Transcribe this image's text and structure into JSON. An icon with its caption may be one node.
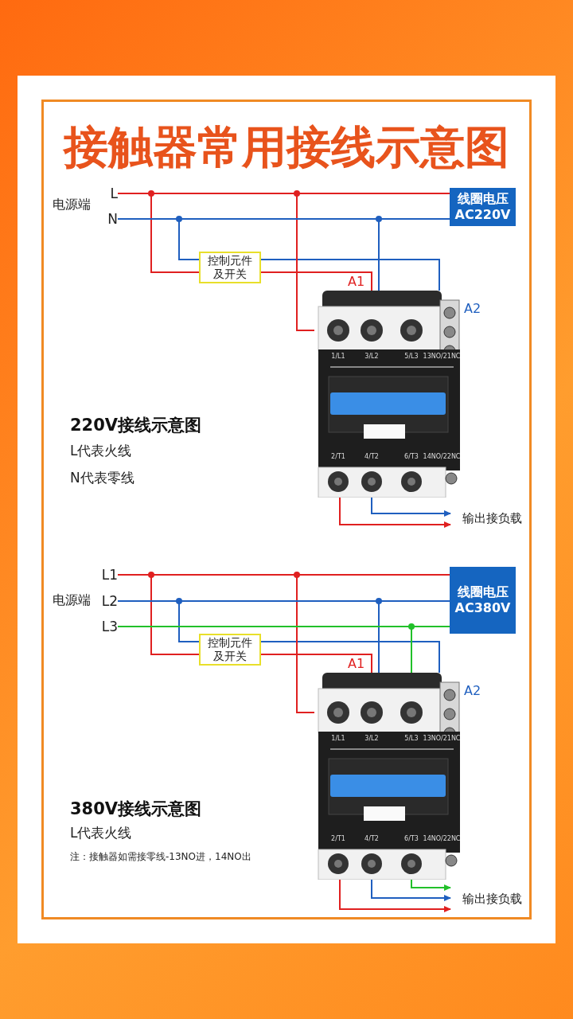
{
  "diagram": {
    "title": "接触器常用接线示意图",
    "nodes": [
      {
        "text": [
          "L"
        ]
      },
      {
        "text": [
          "N"
        ]
      },
      {
        "text": [
          "线圈电压",
          "AC220V"
        ]
      },
      {
        "text": [
          "控制元件及开关"
        ]
      },
      {
        "text": [
          "1/L1",
          "3/L2",
          "5/L3",
          "13NO/21NC",
          "2/T1",
          "4/T2",
          "6/T3",
          "14NO/22NC"
        ],
        "beside": [
          "A1",
          "A2"
        ]
      },
      {
        "text": [
          "输出接负载"
        ]
      },
      {
        "text": [
          "L1"
        ]
      },
      {
        "text": [
          "L2"
        ]
      },
      {
        "text": [
          "L3"
        ]
      },
      {
        "text": [
          "线圈电压",
          "AC380V"
        ]
      },
      {
        "text": [
          "控制元件及开关"
        ]
      },
      {
        "text": [
          "1/L1",
          "3/L2",
          "5/L3",
          "13NO/21NC",
          "2/T1",
          "4/T2",
          "6/T3",
          "14NO/22NC"
        ],
        "beside": [
          "A1",
          "A2"
        ]
      },
      {
        "text": [
          "输出接负载"
        ]
      }
    ],
    "edges": [
      {
        "from": 0,
        "to": 2,
        "arrow": "none",
        "color": "#e02020"
      },
      {
        "from": 1,
        "to": 2,
        "arrow": "none",
        "color": "#1f5fbf"
      },
      {
        "from": 0,
        "to": 3,
        "arrow": "none",
        "color": "#e02020"
      },
      {
        "from": 1,
        "to": 3,
        "arrow": "none",
        "color": "#1f5fbf"
      },
      {
        "from": 3,
        "to": 4,
        "arrow": "none",
        "color": "#e02020"
      },
      {
        "from": 3,
        "to": 4,
        "arrow": "none",
        "color": "#1f5fbf"
      },
      {
        "from": 0,
        "to": 4,
        "arrow": "none",
        "color": "#e02020"
      },
      {
        "from": 1,
        "to": 4,
        "arrow": "none",
        "color": "#1f5fbf"
      },
      {
        "from": 4,
        "to": 5,
        "arrow": "to",
        "color": "#1f5fbf"
      },
      {
        "from": 4,
        "to": 5,
        "arrow": "to",
        "color": "#e02020"
      },
      {
        "from": 6,
        "to": 9,
        "arrow": "none",
        "color": "#e02020"
      },
      {
        "from": 7,
        "to": 9,
        "arrow": "none",
        "color": "#1f5fbf"
      },
      {
        "from": 8,
        "to": 9,
        "arrow": "none",
        "color": "#22c02a"
      },
      {
        "from": 6,
        "to": 10,
        "arrow": "none",
        "color": "#e02020"
      },
      {
        "from": 7,
        "to": 10,
        "arrow": "none",
        "color": "#1f5fbf"
      },
      {
        "from": 10,
        "to": 11,
        "arrow": "none",
        "color": "#e02020"
      },
      {
        "from": 10,
        "to": 11,
        "arrow": "none",
        "color": "#1f5fbf"
      },
      {
        "from": 6,
        "to": 11,
        "arrow": "none",
        "color": "#e02020"
      },
      {
        "from": 7,
        "to": 11,
        "arrow": "none",
        "color": "#1f5fbf"
      },
      {
        "from": 8,
        "to": 11,
        "arrow": "none",
        "color": "#22c02a"
      },
      {
        "from": 11,
        "to": 12,
        "arrow": "to",
        "color": "#22c02a"
      },
      {
        "from": 11,
        "to": 12,
        "arrow": "to",
        "color": "#1f5fbf"
      },
      {
        "from": 11,
        "to": 12,
        "arrow": "to",
        "color": "#e02020"
      }
    ],
    "labels": [
      "电源端",
      "220V接线示意图",
      "L代表火线",
      "N代表零线",
      "电源端",
      "380V接线示意图",
      "L代表火线",
      "注：接触器如需接零线-13NO进，14NO出"
    ]
  }
}
